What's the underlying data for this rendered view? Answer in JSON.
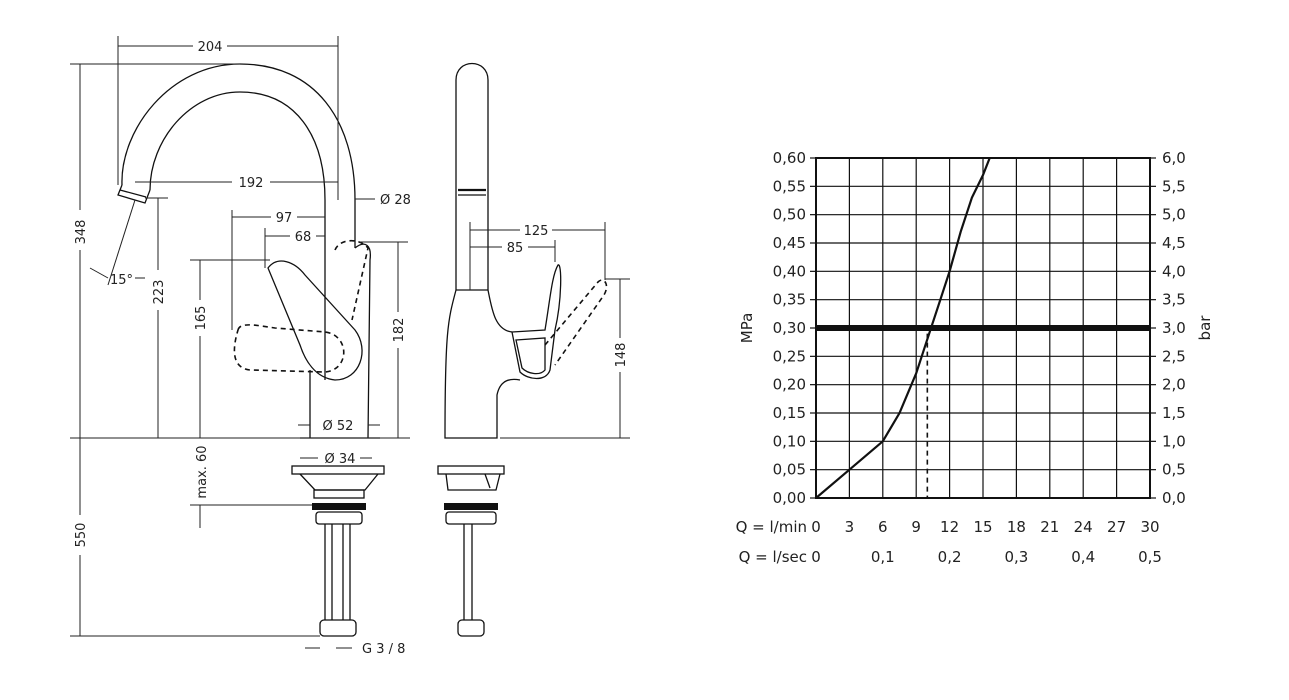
{
  "dimensions": {
    "d204": "204",
    "d192": "192",
    "d97": "97",
    "d68": "68",
    "d28": "Ø 28",
    "d348": "348",
    "d223": "223",
    "d165": "165",
    "d182": "182",
    "d15": "15°",
    "d52": "Ø 52",
    "d34": "Ø 34",
    "dmax60": "max. 60",
    "d550": "550",
    "dG38": "G 3 / 8",
    "d125": "125",
    "d85": "85",
    "d148": "148"
  },
  "chart_data": {
    "type": "line",
    "ylabel_left": "MPa",
    "ylabel_right": "bar",
    "xlabel_min": "Q = l/min",
    "xlabel_sec": "Q = l/sec",
    "x_ticks_min": [
      "0",
      "3",
      "6",
      "9",
      "12",
      "15",
      "18",
      "21",
      "24",
      "27",
      "30"
    ],
    "x_ticks_sec": [
      "0",
      "0,1",
      "0,2",
      "0,3",
      "0,4",
      "0,5"
    ],
    "y_ticks_left": [
      "0,00",
      "0,05",
      "0,10",
      "0,15",
      "0,20",
      "0,25",
      "0,30",
      "0,35",
      "0,40",
      "0,45",
      "0,50",
      "0,55",
      "0,60"
    ],
    "y_ticks_right": [
      "0,0",
      "0,5",
      "1,0",
      "1,5",
      "2,0",
      "2,5",
      "3,0",
      "3,5",
      "4,0",
      "4,5",
      "5,0",
      "5,5",
      "6,0"
    ],
    "xlim": [
      0,
      30
    ],
    "ylim": [
      0,
      0.6
    ],
    "grid": true,
    "series": [
      {
        "x": [
          0,
          3,
          6,
          7.5,
          9,
          10,
          11,
          12,
          13,
          14,
          15,
          15.6
        ],
        "y": [
          0,
          0.05,
          0.1,
          0.15,
          0.22,
          0.28,
          0.34,
          0.4,
          0.47,
          0.53,
          0.57,
          0.6
        ]
      }
    ],
    "reference_line": {
      "y": 0.3
    },
    "marker": {
      "x": 10,
      "y": 0.29
    }
  }
}
